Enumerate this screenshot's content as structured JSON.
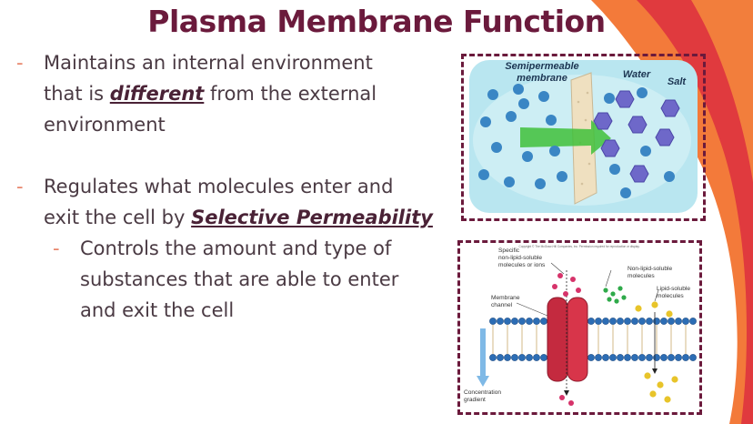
{
  "title": "Plasma Membrane Function",
  "bullets": {
    "b1": {
      "line1": "Maintains an internal environment",
      "line2_pre": "that is ",
      "line2_em": "different",
      "line2_post": " from the external",
      "line3": "environment"
    },
    "b2": {
      "line1": "Regulates what molecules enter and",
      "line2_pre": "exit the cell by ",
      "line2_em": "Selective Permeability"
    },
    "b3": {
      "line1": "Controls the amount and type of",
      "line2": "substances that are able to enter",
      "line3": "and exit the cell"
    }
  },
  "figure1": {
    "semipermeable": "Semipermeable",
    "membrane": "membrane",
    "water": "Water",
    "salt": "Salt"
  },
  "figure2": {
    "copyright": "Copyright © The McGraw-Hill Companies, Inc. Permission required for reproduction or display.",
    "specific1": "Specific",
    "specific2": "non-lipid-soluble",
    "specific3": "molecules or ions",
    "nonlipid1": "Non-lipid-soluble",
    "nonlipid2": "molecules",
    "lipid1": "Lipid-soluble",
    "lipid2": "molecules",
    "channel1": "Membrane",
    "channel2": "channel",
    "gradient1": "Concentration",
    "gradient2": "gradient"
  },
  "colors": {
    "title": "#6b1a3c",
    "dash": "#e8846a",
    "frame": "#6b1a3c",
    "accent_red": "#e03a3e",
    "accent_orange": "#f37a3a"
  }
}
